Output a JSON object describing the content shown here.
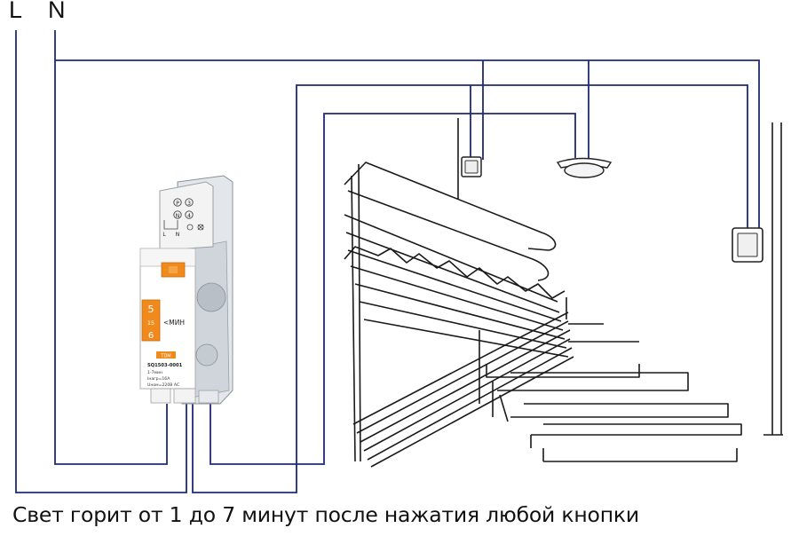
{
  "terminals": {
    "line": "L",
    "neutral": "N"
  },
  "caption": "Свет горит от 1 до 7 минут после нажатия любой кнопки",
  "device": {
    "terminal_labels": {
      "p": "P",
      "three": "3",
      "n": "N",
      "four": "4",
      "l_small": "L",
      "n_small": "N"
    },
    "dial_top": "5",
    "dial_mid": "15",
    "dial_bottom": "6",
    "dial_unit": "<МИН",
    "brand": "TDM",
    "model": "SQ1503-0001",
    "spec_time": "1-7мин",
    "spec_current": "Iнагр=16А",
    "spec_voltage": "Uном=220В АС"
  },
  "colors": {
    "wire": "#1e2a78",
    "accent": "#f08a1c"
  }
}
